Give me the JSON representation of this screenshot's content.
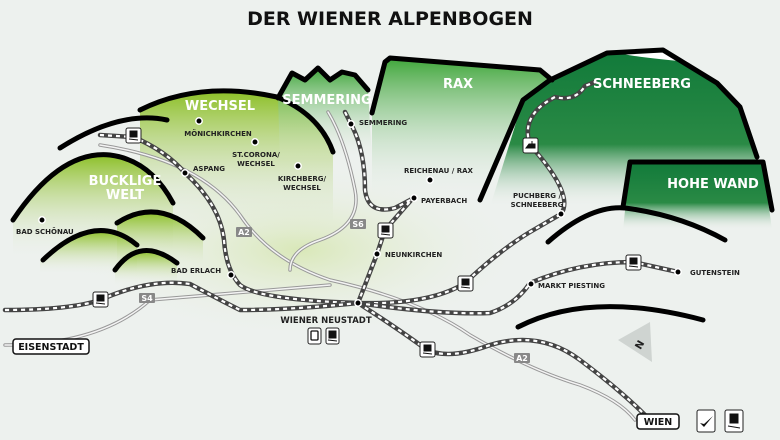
{
  "title": "DER WIENER ALPENBOGEN",
  "colors": {
    "background": "#edf1ee",
    "light_green": "#8cbf26",
    "mid_green": "#3fa63a",
    "dark_green": "#117a3a",
    "rail": "#444444",
    "road": "#999999"
  },
  "regions": {
    "bucklige_welt": [
      "BUCKLIGE",
      "WELT"
    ],
    "wechsel": "WECHSEL",
    "semmering": "SEMMERING",
    "rax": "RAX",
    "schneeberg": "SCHNEEBERG",
    "hohe_wand": "HOHE WAND"
  },
  "stations": {
    "moenichkirchen": "MÖNICHKIRCHEN",
    "st_corona": [
      "ST.CORONA/",
      "WECHSEL"
    ],
    "kirchberg": [
      "KIRCHBERG/",
      "WECHSEL"
    ],
    "aspang": "ASPANG",
    "bad_schoenau": "BAD SCHÖNAU",
    "bad_erlach": "BAD ERLACH",
    "semmering": "SEMMERING",
    "reichenau": "REICHENAU / RAX",
    "payerbach": "PAYERBACH",
    "neunkirchen": "NEUNKIRCHEN",
    "puchberg": [
      "PUCHBERG /",
      "SCHNEEBERG"
    ],
    "gutenstein": "GUTENSTEIN",
    "markt_piesting": "MARKT PIESTING",
    "wiener_neustadt": "WIENER NEUSTADT"
  },
  "cities": {
    "eisenstadt": "EISENSTADT",
    "wien": "WIEN"
  },
  "roads": {
    "a2": "A2",
    "s6": "S6",
    "s4": "S4"
  },
  "compass": "N",
  "icons": [
    "train-icon",
    "cog-railway-icon",
    "bus-icon",
    "airplane-icon"
  ]
}
